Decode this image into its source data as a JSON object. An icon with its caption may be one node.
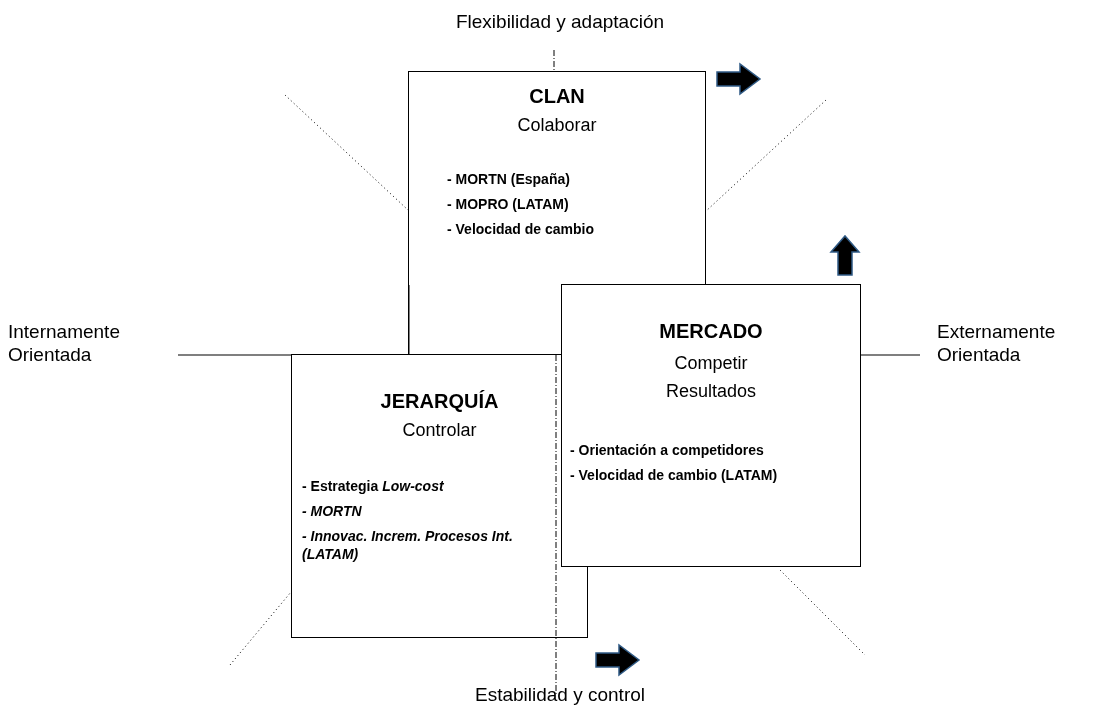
{
  "diagram": {
    "nodes": [
      {
        "text": [
          "CLAN",
          "Colaborar",
          "- MORTN (España)",
          "- MOPRO (LATAM)",
          "- Velocidad de cambio"
        ]
      },
      {
        "text": [
          "JERARQUÍA",
          "Controlar",
          "- Estrategia *Low-cost*",
          "- MORTN",
          "- Innovac. Increm. Procesos Int. (LATAM)"
        ]
      },
      {
        "text": [
          "MERCADO",
          "Competir Resultados",
          "- Orientación a competidores",
          "- Velocidad de cambio (LATAM)"
        ]
      }
    ],
    "edges": [],
    "labels": [
      "Flexibilidad y adaptación",
      "Internamente Orientada",
      "Externamente Orientada",
      "Estabilidad y control"
    ]
  }
}
